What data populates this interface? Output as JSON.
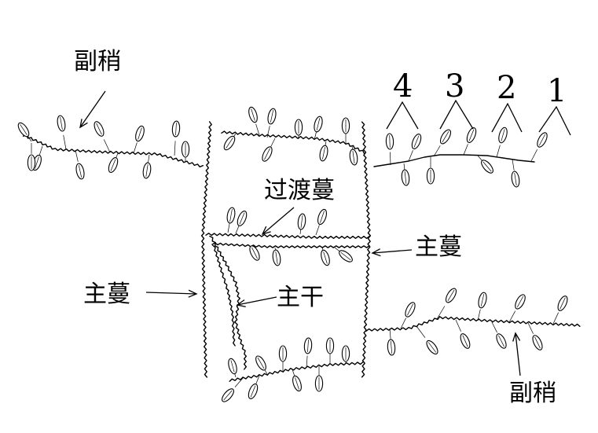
{
  "labels": {
    "side_shoot_top_left": "副稍",
    "side_shoot_bottom_right": "副稍",
    "transition_vine": "过渡蔓",
    "main_vine_right": "主蔓",
    "main_vine_left": "主蔓",
    "main_trunk": "主干",
    "node_4": "4",
    "node_3": "3",
    "node_2": "2",
    "node_1": "1"
  }
}
